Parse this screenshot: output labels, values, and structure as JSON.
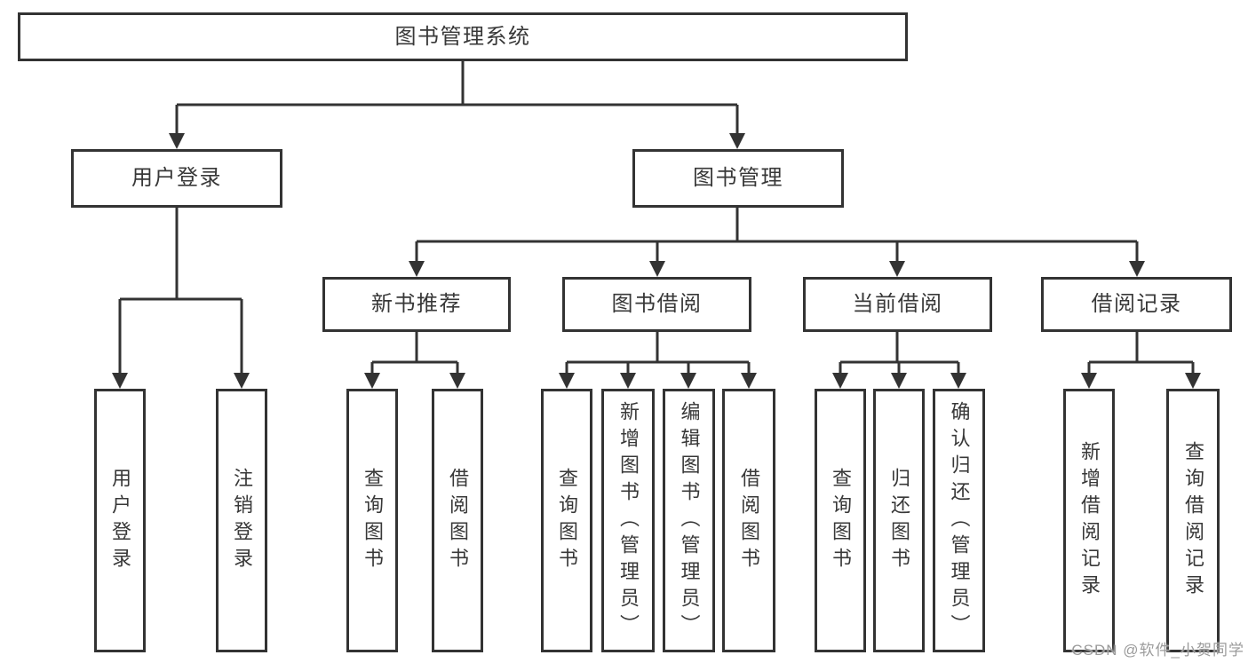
{
  "diagram": {
    "line_color": "#333333",
    "tree": {
      "root": {
        "label": "图书管理系统",
        "children": [
          {
            "label": "用户登录",
            "children": [
              {
                "label": "用户登录"
              },
              {
                "label": "注销登录"
              }
            ]
          },
          {
            "label": "图书管理",
            "children": [
              {
                "label": "新书推荐",
                "children": [
                  {
                    "label": "查询图书"
                  },
                  {
                    "label": "借阅图书"
                  }
                ]
              },
              {
                "label": "图书借阅",
                "children": [
                  {
                    "label": "查询图书"
                  },
                  {
                    "label": "新增图书（管理员）"
                  },
                  {
                    "label": "编辑图书（管理员）"
                  },
                  {
                    "label": "借阅图书"
                  }
                ]
              },
              {
                "label": "当前借阅",
                "children": [
                  {
                    "label": "查询图书"
                  },
                  {
                    "label": "归还图书"
                  },
                  {
                    "label": "确认归还（管理员）"
                  }
                ]
              },
              {
                "label": "借阅记录",
                "children": [
                  {
                    "label": "新增借阅记录"
                  },
                  {
                    "label": "查询借阅记录"
                  }
                ]
              }
            ]
          }
        ]
      }
    }
  },
  "watermark": {
    "text": "CSDN @软件_小贺同学",
    "color": "#9b9b9b"
  }
}
